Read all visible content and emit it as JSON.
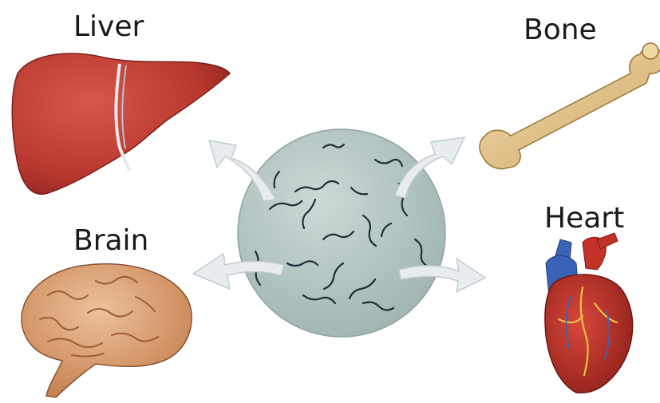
{
  "organs": {
    "liver": {
      "label": "Liver"
    },
    "bone": {
      "label": "Bone"
    },
    "brain": {
      "label": "Brain"
    },
    "heart": {
      "label": "Heart"
    }
  },
  "colors": {
    "sphere": "#b7c9c6",
    "arrow": "#e7ecee",
    "liver": "#c0413a",
    "bone": "#e7c98f",
    "brain": "#d99a6e",
    "heart_red": "#c23228",
    "heart_blue": "#3a63b8",
    "strand": "#1f2f38"
  }
}
